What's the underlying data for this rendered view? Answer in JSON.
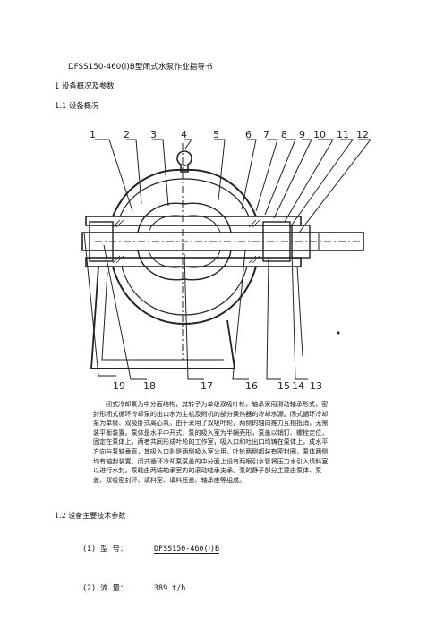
{
  "title": "DFSS150-460(Ⅰ)B型闭式水泵作业指导书",
  "section_1": "1 设备概况及参数",
  "section_1_1": "1.1 设备概况",
  "drawing": {
    "callouts_top": [
      "1",
      "2",
      "3",
      "4",
      "5",
      "6",
      "7",
      "8",
      "9",
      "10",
      "11",
      "12"
    ],
    "callouts_bottom": [
      "19",
      "18",
      "17",
      "16",
      "15",
      "14",
      "13"
    ]
  },
  "paragraph_lines": [
    "闭式冷却泵为中分面结构，其转子为单级双吸叶轮，轴承采用滑动轴承形式，密",
    "封形闭式循环冷却泵的出口水为主机及附机的部分换热器的冷却水源。闭式循环冷却",
    "泵为单级、双吸卧式离心泵。由于采用了双吸叶轮，两侧的轴向推力互相抵消，无需",
    "装平衡装置。泵体是水平中开式，泵的吸入室为半蜗壳形，泵盖以销钉、螺栓定位，",
    "固定在泵体上，两者共同形成叶轮的工作室，吸入口和吐出口均铸在泵体上，成水平",
    "方向与泵轴垂直，其吸入口则是两侧吸入室公用，叶轮两侧都装有密封圈，泵体两侧",
    "均有轴封装置。闭式循环冷却泵泵盖的中分面上设有两根引水管将压力水引入填料室",
    "以进行水封。泵轴由两端轴承室内的滚动轴承支承。泵的静子部分主要由泵体、泵",
    "盖、双吸密封环、填料室、填料压盖、轴承座等组成。"
  ],
  "section_1_2": "1.2 设备主要技术参数",
  "params": [
    {
      "label": "(1)  型  号：",
      "value": "DFSS150-460(Ⅰ)B"
    },
    {
      "label": "(2)  流  量：",
      "value": "389 t/h"
    }
  ],
  "colors": {
    "text": "#111111",
    "line": "#222222"
  }
}
